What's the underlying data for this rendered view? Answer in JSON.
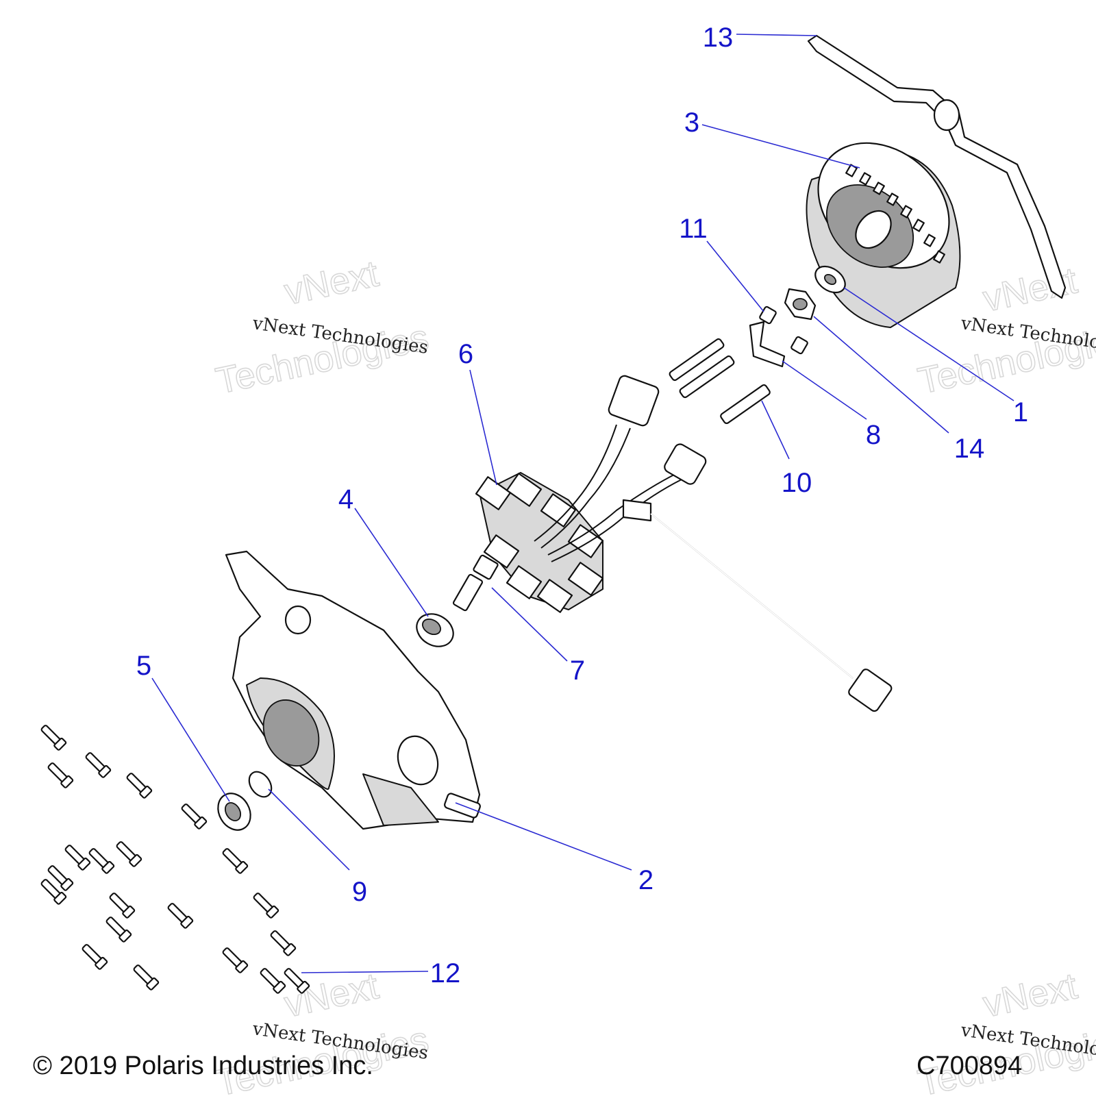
{
  "diagram": {
    "callouts": [
      {
        "number": "1"
      },
      {
        "number": "2"
      },
      {
        "number": "3"
      },
      {
        "number": "4"
      },
      {
        "number": "5"
      },
      {
        "number": "6"
      },
      {
        "number": "7"
      },
      {
        "number": "8"
      },
      {
        "number": "9"
      },
      {
        "number": "10"
      },
      {
        "number": "11"
      },
      {
        "number": "12"
      },
      {
        "number": "13"
      },
      {
        "number": "14"
      }
    ],
    "copyright": "© 2019 Polaris Industries Inc.",
    "figure_id": "C700894"
  },
  "watermark": {
    "small_text": "vNext Technologies",
    "big_line1": "vNext",
    "big_line2": "Technologies"
  },
  "colors": {
    "callout": "#1414c8",
    "line_art": "#111111",
    "background": "#ffffff"
  }
}
